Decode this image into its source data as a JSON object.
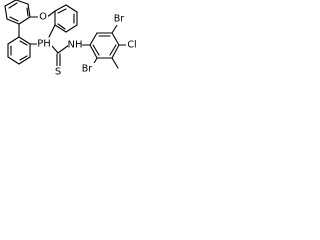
{
  "structure": {
    "atoms": {
      "ring_oxygen": "O",
      "phosphorus": "PH",
      "amide_nitrogen": "NH",
      "thiocarbonyl_sulfur": "S",
      "bromine_upper": "Br",
      "chlorine": "Cl",
      "bromine_lower": "Br"
    }
  }
}
